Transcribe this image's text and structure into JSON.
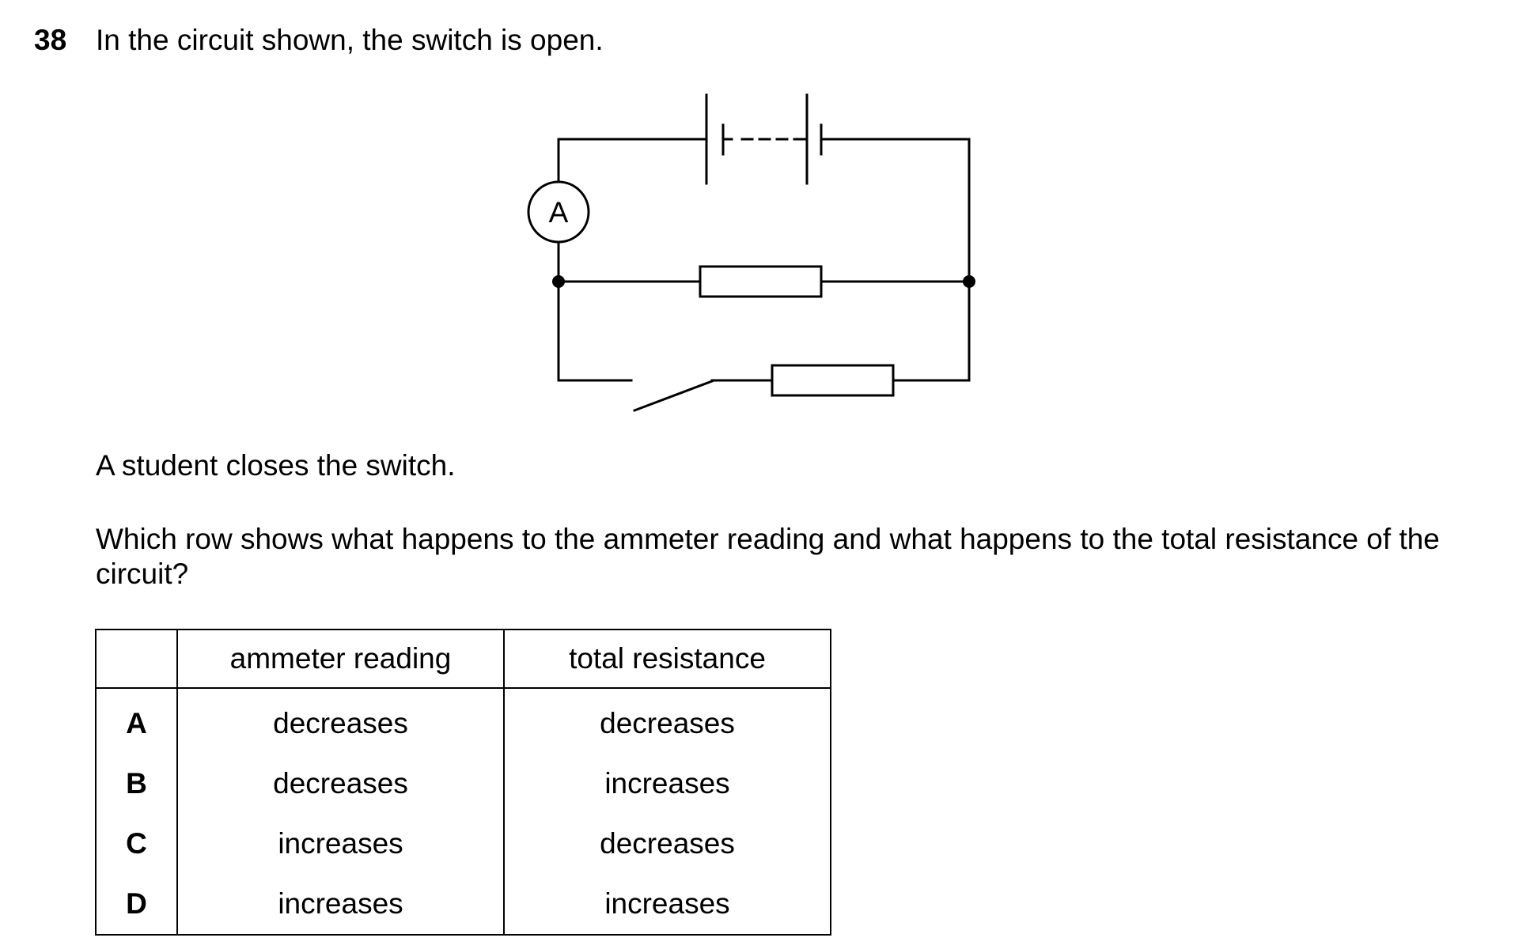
{
  "question": {
    "number": "38",
    "intro": "In the circuit shown, the switch is open.",
    "action": "A student closes the switch.",
    "prompt": "Which row shows what happens to the ammeter reading and what happens to the total resistance of the circuit?"
  },
  "diagram": {
    "ammeter_label": "A"
  },
  "table": {
    "headers": [
      "",
      "ammeter reading",
      "total resistance"
    ],
    "rows": [
      {
        "key": "A",
        "ammeter": "decreases",
        "resistance": "decreases"
      },
      {
        "key": "B",
        "ammeter": "decreases",
        "resistance": "increases"
      },
      {
        "key": "C",
        "ammeter": "increases",
        "resistance": "decreases"
      },
      {
        "key": "D",
        "ammeter": "increases",
        "resistance": "increases"
      }
    ]
  }
}
